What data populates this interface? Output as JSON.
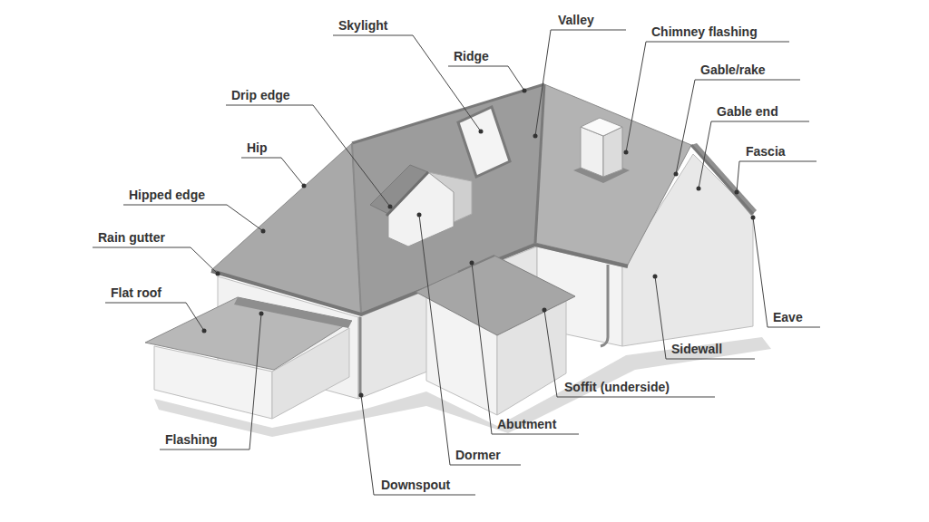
{
  "diagram": {
    "labels": [
      "Skylight",
      "Valley",
      "Chimney flashing",
      "Ridge",
      "Gable/rake",
      "Drip edge",
      "Gable end",
      "Hip",
      "Fascia",
      "Hipped edge",
      "Rain gutter",
      "Flat roof",
      "Eave",
      "Sidewall",
      "Soffit (underside)",
      "Abutment",
      "Flashing",
      "Dormer",
      "Downspout"
    ]
  }
}
